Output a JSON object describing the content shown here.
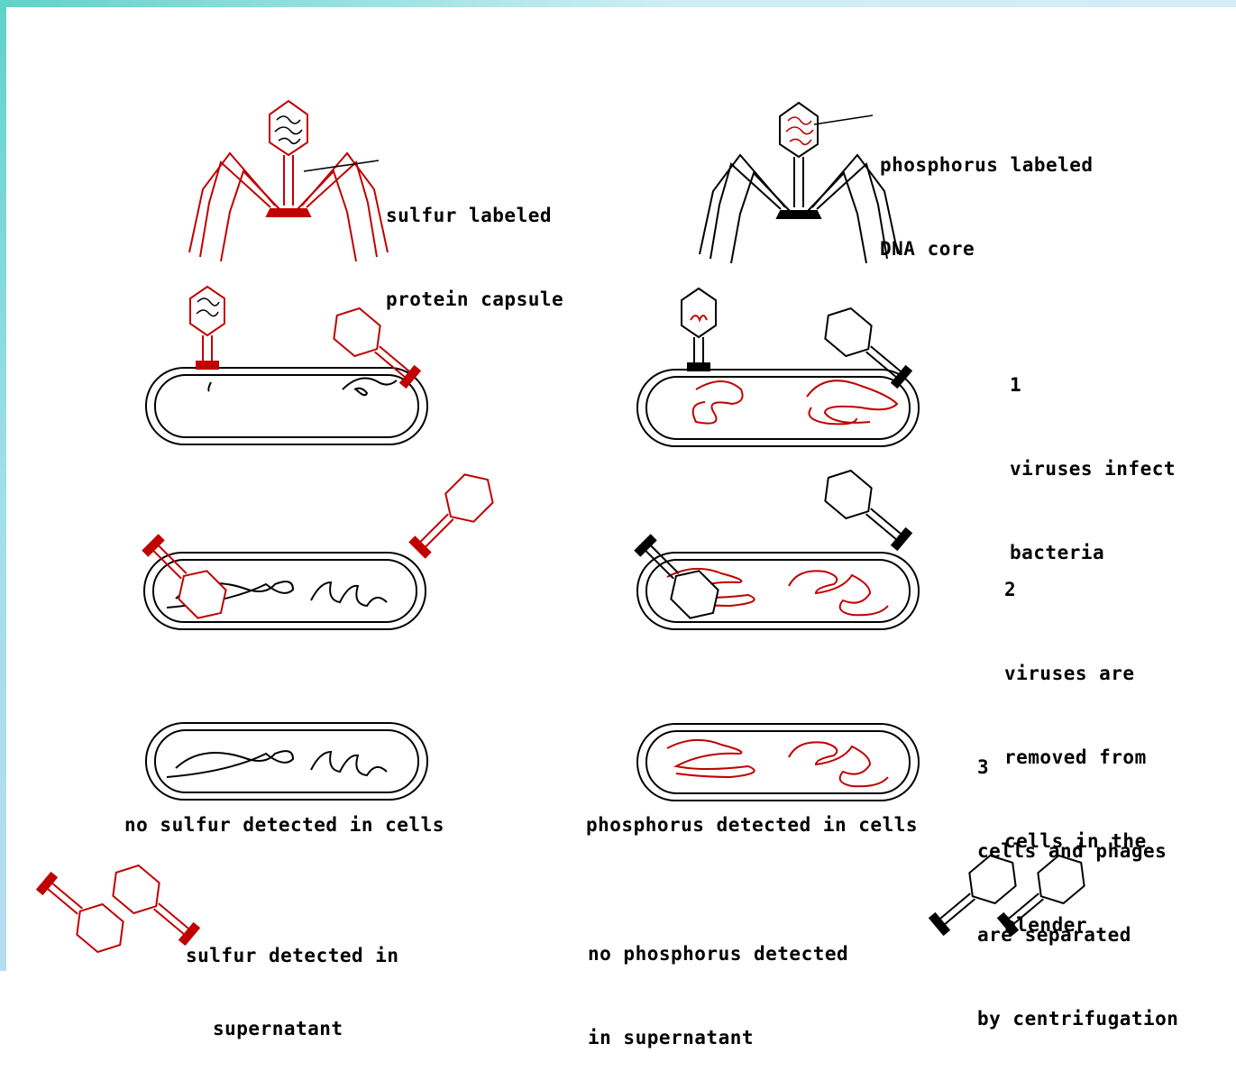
{
  "colors": {
    "label_red": "#c00000",
    "outline_black": "#000000",
    "frame": "#5fd3c8"
  },
  "labels": {
    "sulfur_capsule_1": "sulfur labeled",
    "sulfur_capsule_2": "protein capsule",
    "phosphorus_core_1": "phosphorus labeled",
    "phosphorus_core_2": "DNA core",
    "step1_num": "1",
    "step1_line1": "viruses infect",
    "step1_line2": "bacteria",
    "step2_num": "2",
    "step2_line1": "viruses are",
    "step2_line2": "removed from",
    "step2_line3": "cells in the",
    "step2_line4": "blender",
    "step3_num": "3",
    "step3_line1": "cells and phages",
    "step3_line2": "are separated",
    "step3_line3": "by centrifugation",
    "no_sulfur_cells": "no sulfur detected in cells",
    "phosphorus_cells": "phosphorus detected in cells",
    "sulfur_super_1": "sulfur detected in",
    "sulfur_super_2": "supernatant",
    "no_phos_super_1": "no phosphorus detected",
    "no_phos_super_2": "in supernatant"
  }
}
